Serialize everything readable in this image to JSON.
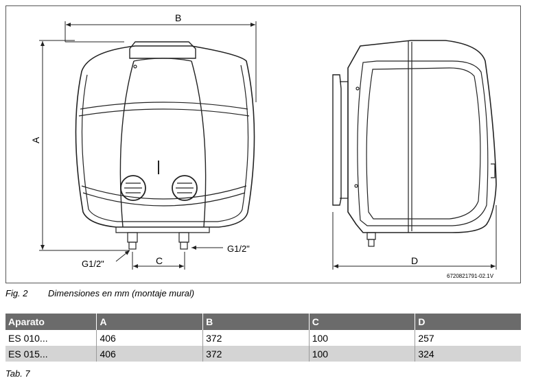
{
  "figure": {
    "label_B": "B",
    "label_A": "A",
    "label_C": "C",
    "label_D": "D",
    "label_g_left": "G1/2\"",
    "label_g_right": "G1/2\"",
    "code": "6720821791-02.1V"
  },
  "caption": {
    "fig_num": "Fig. 2",
    "fig_text": "Dimensiones en mm (montaje mural)"
  },
  "table": {
    "headers": [
      "Aparato",
      "A",
      "B",
      "C",
      "D"
    ],
    "rows": [
      [
        "ES 010...",
        "406",
        "372",
        "100",
        "257"
      ],
      [
        "ES 015...",
        "406",
        "372",
        "100",
        "324"
      ]
    ],
    "caption": "Tab. 7"
  }
}
